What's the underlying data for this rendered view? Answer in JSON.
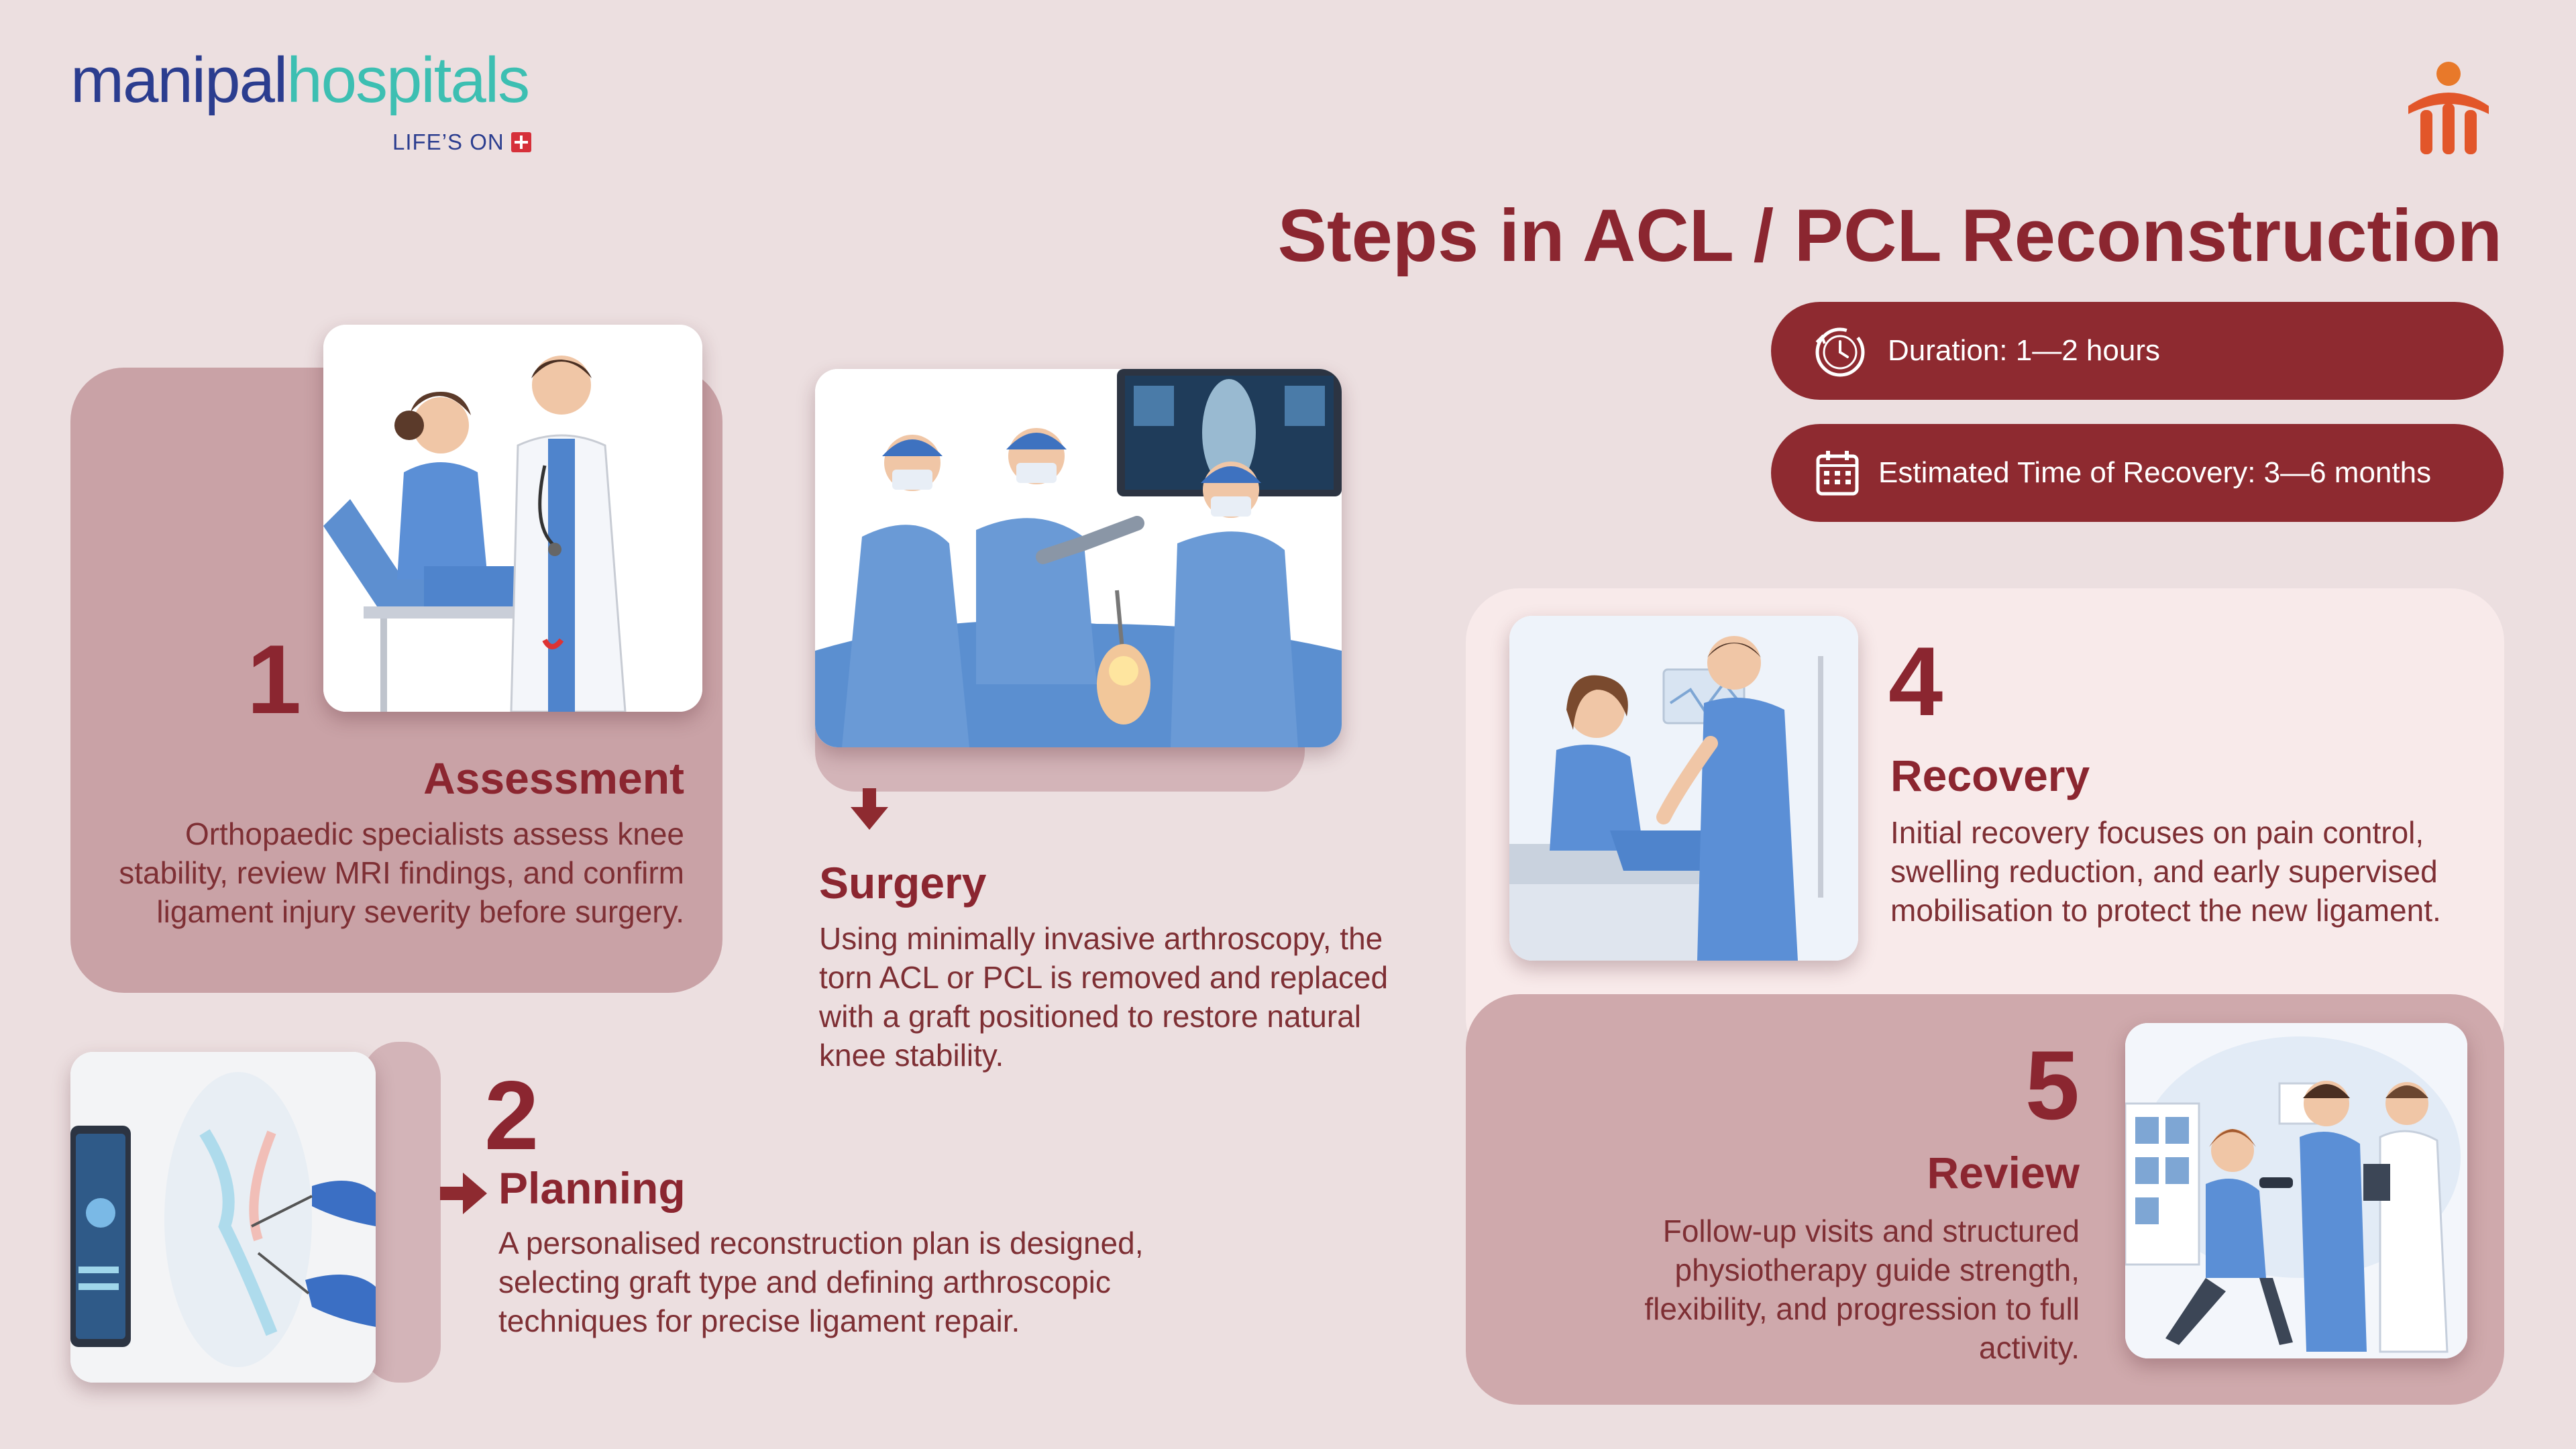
{
  "brand": {
    "name_part1": "manipal",
    "name_part2": "hospitals",
    "tagline": "LIFE’S ON",
    "color_primary": "#2b3d8f",
    "color_secondary": "#3dbfb2"
  },
  "title": "Steps in ACL / PCL Reconstruction",
  "info": {
    "duration": "Duration: 1—2 hours",
    "recovery_time": "Estimated Time of Recovery: 3—6 months"
  },
  "steps": [
    {
      "number": "1",
      "title": "Assessment",
      "description": "Orthopaedic specialists assess knee stability, review MRI findings, and confirm ligament injury severity before surgery."
    },
    {
      "number": "2",
      "title": "Planning",
      "description": "A personalised reconstruction plan is designed, selecting graft type and defining arthroscopic techniques for precise ligament repair."
    },
    {
      "number": "",
      "title": "Surgery",
      "description": "Using minimally invasive arthroscopy, the torn ACL or PCL is removed and replaced with a graft positioned to restore natural knee stability."
    },
    {
      "number": "4",
      "title": "Recovery",
      "description": "Initial recovery focuses on pain control, swelling reduction, and early supervised mobilisation to protect the new ligament."
    },
    {
      "number": "5",
      "title": "Review",
      "description": "Follow-up visits and structured physiotherapy guide strength, flexibility, and progression to full activity."
    }
  ],
  "colors": {
    "accent": "#8e2a30",
    "background": "#ecdfe0",
    "panel_dark": "#c9a2a6",
    "panel_light": "#f8eaea"
  }
}
